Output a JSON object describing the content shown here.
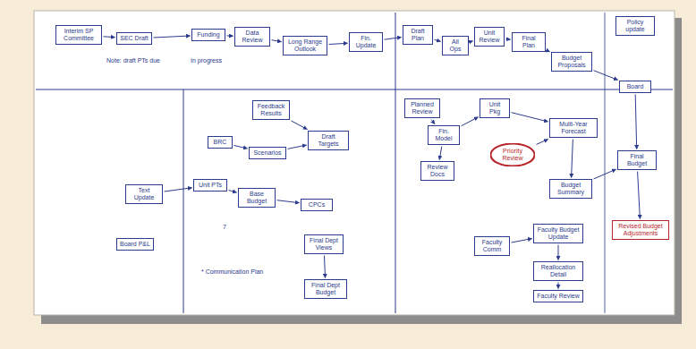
{
  "diagram": {
    "nodes": [
      {
        "text": [
          "Interim SP Committee"
        ]
      },
      {
        "text": [
          "SEC Draft"
        ]
      },
      {
        "text": [
          "Funding"
        ]
      },
      {
        "text": [
          "Data Review"
        ]
      },
      {
        "text": [
          "Long Range Outlook"
        ]
      },
      {
        "text": [
          "Fin. Update"
        ]
      },
      {
        "text": [
          "Draft Plan"
        ]
      },
      {
        "text": [
          "All Ops"
        ]
      },
      {
        "text": [
          "Unit Review"
        ]
      },
      {
        "text": [
          "Final Plan"
        ]
      },
      {
        "text": [
          "Policy update"
        ]
      },
      {
        "text": [
          "Feedback Results"
        ]
      },
      {
        "text": [
          "BRC"
        ]
      },
      {
        "text": [
          "Scenarios"
        ]
      },
      {
        "text": [
          "Draft Targets"
        ]
      },
      {
        "text": [
          "Text Update"
        ]
      },
      {
        "text": [
          "Unit PTs"
        ]
      },
      {
        "text": [
          "Base Budget"
        ]
      },
      {
        "text": [
          "CPCs"
        ]
      },
      {
        "text": [
          "Board P&L"
        ]
      },
      {
        "text": [
          "Final Dept Views"
        ]
      },
      {
        "text": [
          "Final Dept Budget"
        ]
      },
      {
        "text": [
          "Planned Review"
        ]
      },
      {
        "text": [
          "Fin. Model"
        ]
      },
      {
        "text": [
          "Unit Pkg"
        ]
      },
      {
        "text": [
          "Review Docs"
        ]
      },
      {
        "text": [
          "Priority Review"
        ]
      },
      {
        "text": [
          "Budget Proposals"
        ]
      },
      {
        "text": [
          "Multi-Year Forecast"
        ]
      },
      {
        "text": [
          "Budget Summary"
        ]
      },
      {
        "text": [
          "Faculty Comm"
        ]
      },
      {
        "text": [
          "Faculty Budget Update"
        ]
      },
      {
        "text": [
          "Reallocation Detail"
        ]
      },
      {
        "text": [
          "Faculty Review"
        ]
      },
      {
        "text": [
          "Board"
        ]
      },
      {
        "text": [
          "Final Budget"
        ]
      },
      {
        "text": [
          "Revised Budget Adjustments"
        ]
      }
    ],
    "edges": [
      {
        "from": 0,
        "to": 1,
        "arrow": "to"
      },
      {
        "from": 1,
        "to": 2,
        "arrow": "to"
      },
      {
        "from": 2,
        "to": 3,
        "arrow": "to"
      },
      {
        "from": 3,
        "to": 4,
        "arrow": "to"
      },
      {
        "from": 4,
        "to": 5,
        "arrow": "to"
      },
      {
        "from": 5,
        "to": 6,
        "arrow": "to"
      },
      {
        "from": 6,
        "to": 7,
        "arrow": "to"
      },
      {
        "from": 7,
        "to": 8,
        "arrow": "to"
      },
      {
        "from": 8,
        "to": 9,
        "arrow": "to"
      },
      {
        "from": 9,
        "to": 27,
        "arrow": "to"
      },
      {
        "from": 27,
        "to": 34,
        "arrow": "to"
      },
      {
        "from": 11,
        "to": 14,
        "arrow": "to"
      },
      {
        "from": 12,
        "to": 13,
        "arrow": "to"
      },
      {
        "from": 13,
        "to": 14,
        "arrow": "to"
      },
      {
        "from": 15,
        "to": 16,
        "arrow": "to"
      },
      {
        "from": 16,
        "to": 17,
        "arrow": "to"
      },
      {
        "from": 17,
        "to": 18,
        "arrow": "to"
      },
      {
        "from": 20,
        "to": 21,
        "arrow": "to"
      },
      {
        "from": 22,
        "to": 23,
        "arrow": "to"
      },
      {
        "from": 23,
        "to": 25,
        "arrow": "to"
      },
      {
        "from": 23,
        "to": 24,
        "arrow": "to"
      },
      {
        "from": 24,
        "to": 28,
        "arrow": "to"
      },
      {
        "from": 26,
        "to": 28,
        "arrow": "to"
      },
      {
        "from": 28,
        "to": 29,
        "arrow": "to"
      },
      {
        "from": 29,
        "to": 35,
        "arrow": "to"
      },
      {
        "from": 34,
        "to": 35,
        "arrow": "to"
      },
      {
        "from": 35,
        "to": 36,
        "arrow": "to"
      },
      {
        "from": 30,
        "to": 31,
        "arrow": "to"
      },
      {
        "from": 31,
        "to": 32,
        "arrow": "to"
      },
      {
        "from": 32,
        "to": 33,
        "arrow": "to"
      }
    ],
    "labels": [
      "Note: draft PTs due",
      "In progress",
      "* Communication Plan",
      "7"
    ]
  }
}
